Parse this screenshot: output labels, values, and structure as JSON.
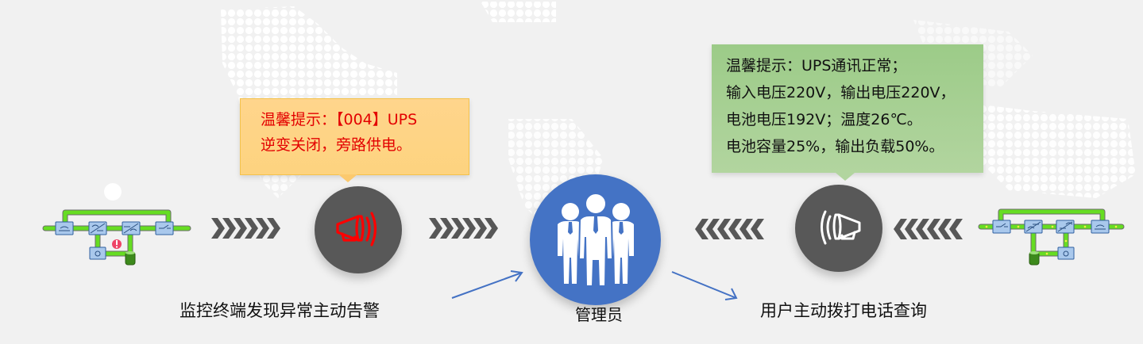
{
  "diagram": {
    "alert_bubble": {
      "lines": [
        "温馨提示：【004】UPS",
        "逆变关闭，旁路供电。"
      ],
      "color": "#e30000",
      "background": "#fdd37f"
    },
    "status_bubble": {
      "lines": [
        "温馨提示：UPS通讯正常；",
        "输入电压220V，输出电压220V，",
        "电池电压192V；温度26℃。",
        "电池容量25%，输出负载50%。"
      ],
      "color": "#111111",
      "background": "#a8d293"
    },
    "nodes": {
      "alert_node": {
        "icon": "megaphone-alert-icon",
        "icon_color": "#ff0000",
        "bg": "#585858"
      },
      "admin_node": {
        "icon": "administrators-icon",
        "icon_color": "#ffffff",
        "bg": "#4473c5"
      },
      "query_node": {
        "icon": "megaphone-icon",
        "icon_color": "#ffffff",
        "bg": "#585858"
      }
    },
    "captions": {
      "left": "监控终端发现异常主动告警",
      "center": "管理员",
      "right": "用户主动拨打电话查询"
    },
    "flow": {
      "left_chevrons_direction": "right",
      "right_chevrons_direction": "left",
      "arrow_color": "#4472c4"
    },
    "ups_diagrams": {
      "left": {
        "state": "alarm",
        "line_color": "#66dd22",
        "alarm_badge": "!"
      },
      "right": {
        "state": "normal",
        "line_color": "#66dd22"
      }
    }
  }
}
